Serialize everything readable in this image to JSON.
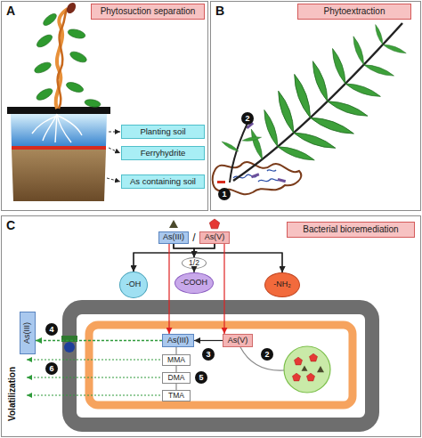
{
  "diagram": {
    "nodes": [
      {
        "text": [
          "A"
        ]
      },
      {
        "text": [
          "Phytosuction separation"
        ],
        "in": 0
      },
      {
        "text": [
          "Planting soil"
        ],
        "in": 0
      },
      {
        "text": [
          "Ferryhydrite"
        ],
        "in": 0
      },
      {
        "text": [
          "As containing soil"
        ],
        "in": 0
      },
      {
        "text": [
          "B"
        ]
      },
      {
        "text": [
          "Phytoextraction"
        ],
        "in": 5
      },
      {
        "text": [
          "C"
        ]
      },
      {
        "text": [
          "Bacterial bioremediation"
        ],
        "in": 7
      },
      {
        "text": [
          "As(III)"
        ],
        "in": 7
      },
      {
        "text": [
          "As(V)"
        ],
        "in": 7
      },
      {
        "text": [
          "1/2"
        ],
        "in": 7
      },
      {
        "text": [
          "-OH"
        ],
        "in": 7
      },
      {
        "text": [
          "-COOH"
        ],
        "in": 7
      },
      {
        "text": [
          "-NH₂"
        ],
        "in": 7
      },
      {
        "text": [
          "As(III)"
        ],
        "in": 7
      },
      {
        "text": [
          "As(V)"
        ],
        "in": 7
      },
      {
        "text": [
          "As(III)"
        ],
        "in": 7
      },
      {
        "text": [
          "MMA"
        ],
        "in": 7
      },
      {
        "text": [
          "DMA"
        ],
        "in": 7
      },
      {
        "text": [
          "TMA"
        ],
        "in": 7
      }
    ],
    "edges": [
      {
        "from": 9,
        "to": 12,
        "arrow": "to"
      },
      {
        "from": 9,
        "to": 11,
        "arrow": "to"
      },
      {
        "from": 9,
        "to": 14,
        "arrow": "to"
      },
      {
        "from": 10,
        "to": 12,
        "arrow": "to"
      },
      {
        "from": 10,
        "to": 11,
        "arrow": "to"
      },
      {
        "from": 10,
        "to": 14,
        "arrow": "to"
      },
      {
        "from": 11,
        "to": 13,
        "arrow": "to"
      },
      {
        "from": 9,
        "to": 15,
        "arrow": "to"
      },
      {
        "from": 10,
        "to": 16,
        "arrow": "to"
      },
      {
        "from": 16,
        "to": 15,
        "arrow": "to"
      },
      {
        "from": 15,
        "to": 18,
        "arrow": "none"
      },
      {
        "from": 18,
        "to": 19,
        "arrow": "none"
      },
      {
        "from": 19,
        "to": 20,
        "arrow": "none"
      },
      {
        "from": 15,
        "to": 17,
        "arrow": "to"
      }
    ],
    "labels": [
      "2",
      "1",
      "/",
      "4",
      "3",
      "2",
      "6",
      "5",
      "Volatilization"
    ]
  }
}
